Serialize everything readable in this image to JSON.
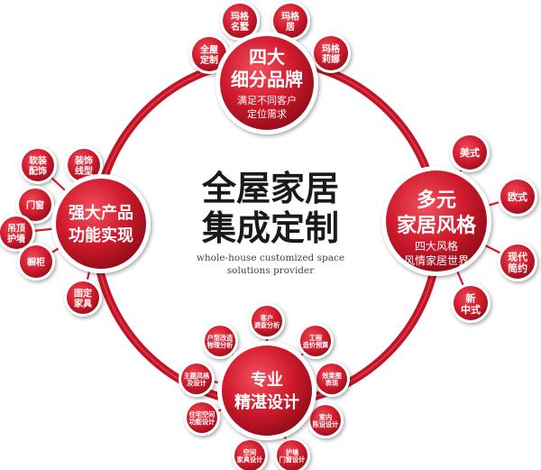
{
  "center": {
    "title_line1": "全屋家居",
    "title_line2": "集成定制",
    "subtitle_line1": "whole-house customized space",
    "subtitle_line2": "solutions provider"
  },
  "hubs": {
    "top": {
      "title1": "四大",
      "title2": "细分品牌",
      "desc1": "满足不同客户",
      "desc2": "定位需求",
      "satellites": [
        {
          "l1": "全屋",
          "l2": "定制"
        },
        {
          "l1": "玛格",
          "l2": "名墅"
        },
        {
          "l1": "玛格",
          "l2": "居"
        },
        {
          "l1": "玛格",
          "l2": "莉娜"
        }
      ]
    },
    "right": {
      "title1": "多元",
      "title2": "家居风格",
      "desc1": "四大风格",
      "desc2": "风情家居世界",
      "satellites": [
        {
          "l1": "美式",
          "l2": ""
        },
        {
          "l1": "欧式",
          "l2": ""
        },
        {
          "l1": "现代",
          "l2": "简约"
        },
        {
          "l1": "新",
          "l2": "中式"
        }
      ]
    },
    "left": {
      "title1": "强大产品",
      "title2": "功能实现",
      "satellites": [
        {
          "l1": "软装",
          "l2": "配饰"
        },
        {
          "l1": "装饰",
          "l2": "线型"
        },
        {
          "l1": "门窗",
          "l2": ""
        },
        {
          "l1": "吊顶",
          "l2": "护墙"
        },
        {
          "l1": "橱柜",
          "l2": ""
        },
        {
          "l1": "固定",
          "l2": "家具"
        }
      ]
    },
    "bottom": {
      "title1": "专业",
      "title2": "精湛设计",
      "satellites": [
        {
          "l1": "客户",
          "l2": "调查分析"
        },
        {
          "l1": "户型改造",
          "l2": "物理分析"
        },
        {
          "l1": "工程",
          "l2": "造价预算"
        },
        {
          "l1": "主题风格",
          "l2": "及设计"
        },
        {
          "l1": "效果图",
          "l2": "表现"
        },
        {
          "l1": "住宅空间",
          "l2": "功能设计"
        },
        {
          "l1": "室内",
          "l2": "陈设设计"
        },
        {
          "l1": "空间",
          "l2": "家具设计"
        },
        {
          "l1": "护墙",
          "l2": "门窗设计"
        }
      ]
    }
  },
  "colors": {
    "red": "#d0182b",
    "red_dark": "#9e0f1c",
    "red_light": "#ee4453",
    "ring": "#c11426",
    "text_dark": "#1a1a1a",
    "text_gray": "#444444"
  }
}
